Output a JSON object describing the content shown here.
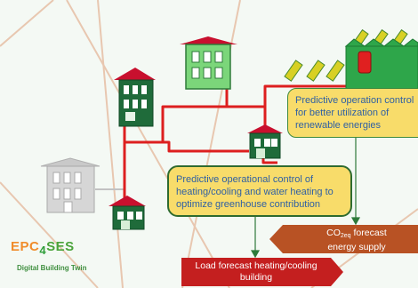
{
  "callouts": {
    "renewable": "Predictive operation control for better utilization of renewable energies",
    "greenhouse": "Predictive operational control of heating/cooling and water heating to optimize greenhouse contribution"
  },
  "banners": {
    "co2_prefix": "CO",
    "co2_subscript": "2eq",
    "co2_suffix": " forecast",
    "co2_line2": "energy supply",
    "load": "Load forecast heating/cooling building"
  },
  "logo": {
    "part1": "EPC",
    "part2": "4",
    "part3": "SES",
    "subtitle": "Digital Building Twin"
  },
  "colors": {
    "grid_line": "#dd1f1f",
    "building_green_dark": "#1f6b3a",
    "building_green_light": "#7bd67a",
    "roof_red": "#c8102e",
    "building_grey": "#c9c9c9",
    "callout_fill": "#f8dc6a",
    "callout_text": "#2e5fa4",
    "banner_orange": "#b85224",
    "banner_red": "#c41f1f",
    "greenhouse_green": "#2ea64a",
    "solar_yellow": "#d8d024"
  }
}
